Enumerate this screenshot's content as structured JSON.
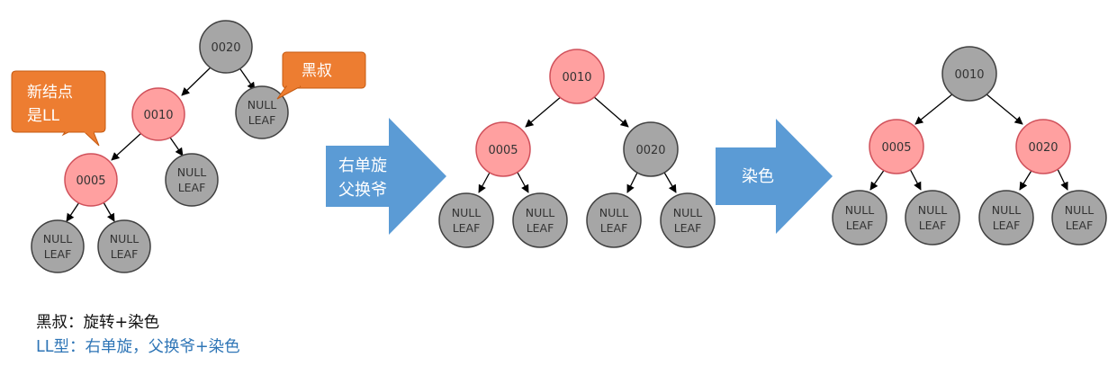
{
  "colors": {
    "red_node_fill": "#ffa0a0",
    "red_node_stroke": "#d0505a",
    "black_node_fill": "#a6a6a6",
    "black_node_stroke": "#404040",
    "callout_fill": "#ed7d31",
    "step_arrow_fill": "#5b9bd5",
    "caption_2": "#2e75b6"
  },
  "tree1": {
    "root": "0020",
    "parent": "0010",
    "new_node": "0005",
    "uncle_leaf": [
      "NULL",
      "LEAF"
    ],
    "leaf_a": [
      "NULL",
      "LEAF"
    ],
    "leaf_b": [
      "NULL",
      "LEAF"
    ],
    "leaf_c": [
      "NULL",
      "LEAF"
    ]
  },
  "tree2": {
    "root": "0010",
    "left": "0005",
    "right": "0020",
    "leaves": [
      [
        "NULL",
        "LEAF"
      ],
      [
        "NULL",
        "LEAF"
      ],
      [
        "NULL",
        "LEAF"
      ],
      [
        "NULL",
        "LEAF"
      ]
    ]
  },
  "tree3": {
    "root": "0010",
    "left": "0005",
    "right": "0020",
    "leaves": [
      [
        "NULL",
        "LEAF"
      ],
      [
        "NULL",
        "LEAF"
      ],
      [
        "NULL",
        "LEAF"
      ],
      [
        "NULL",
        "LEAF"
      ]
    ]
  },
  "callouts": {
    "new_node_lines": [
      "新结点",
      "是LL"
    ],
    "uncle": "黑叔"
  },
  "steps": {
    "rotate_lines": [
      "右单旋",
      "父换爷"
    ],
    "recolor": "染色"
  },
  "captions": {
    "line1": "黑叔：旋转+染色",
    "line2": "LL型：右单旋，父换爷+染色"
  }
}
